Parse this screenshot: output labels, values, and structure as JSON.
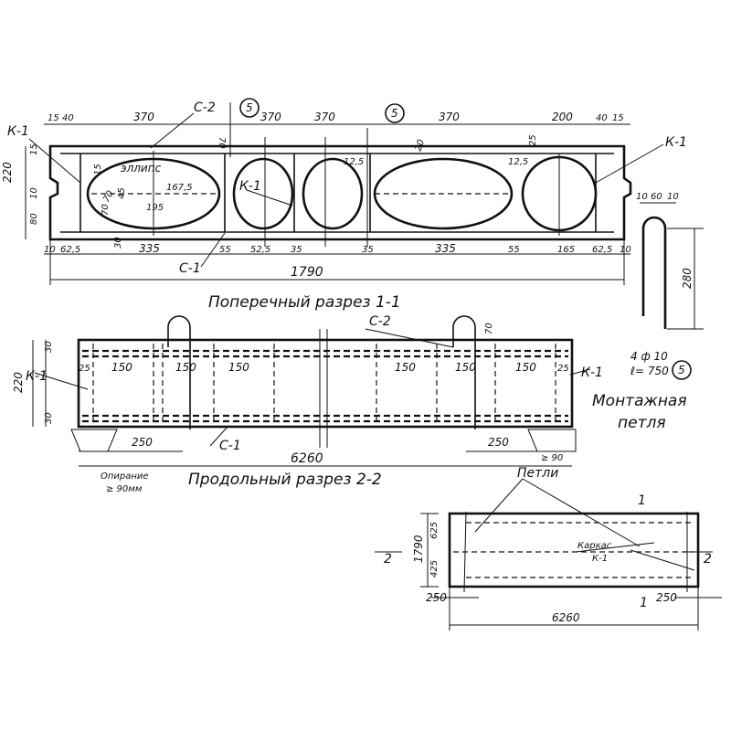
{
  "cross_section": {
    "caption": "Поперечный разрез 1-1",
    "label_k1_left": "К-1",
    "label_k1_mid": "К-1",
    "label_k1_right": "К-1",
    "label_c2": "С-2",
    "label_c1": "С-1",
    "label_ellipse": "эллипс",
    "callout_1": "5",
    "callout_2": "5",
    "top_dims": [
      "15",
      "40",
      "370",
      "370",
      "370",
      "370",
      "200",
      "40",
      "15"
    ],
    "bottom_dims": [
      "10",
      "62,5",
      "335",
      "55",
      "52,5",
      "35",
      "35",
      "335",
      "55",
      "165",
      "62,5",
      "10"
    ],
    "overall": "1790",
    "height": "220",
    "left_dims": [
      "15",
      "10",
      "80",
      "30"
    ],
    "inner_dims": [
      "70",
      "167,5",
      "195",
      "70",
      "45",
      "15",
      "20",
      "25",
      "12,5",
      "12,5",
      "70"
    ]
  },
  "longitudinal_section": {
    "caption": "Продольный разрез 2-2",
    "label_k1_left": "К-1",
    "label_k1_right": "К-1",
    "label_c2": "С-2",
    "label_c1": "С-1",
    "height": "220",
    "top_dim": "30",
    "bottom_dim": "30",
    "loop_dim": "70",
    "spacing": [
      "25",
      "150",
      "150",
      "150",
      "150",
      "150",
      "150",
      "25"
    ],
    "end_dims": [
      "250",
      "250"
    ],
    "overall": "6260",
    "support_note": "Опирание",
    "support_value": "≥ 90мм",
    "support_right": "≥ 90"
  },
  "lifting_loop": {
    "title_line1": "Монтажная",
    "title_line2": "петля",
    "spec_line1": "4 ф 10",
    "spec_line2": "ℓ= 750",
    "callout": "5",
    "dims": [
      "10",
      "60",
      "10",
      "280"
    ]
  },
  "plan": {
    "label_loops": "Петли",
    "label_frame1": "Каркас",
    "label_frame2": "К-1",
    "section_2_left": "2",
    "section_2_right": "2",
    "section_1_top": "1",
    "section_1_bottom": "1",
    "width": "1790",
    "dims_left": [
      "625",
      "425"
    ],
    "end_dims": [
      "250",
      "250"
    ],
    "overall": "6260"
  }
}
